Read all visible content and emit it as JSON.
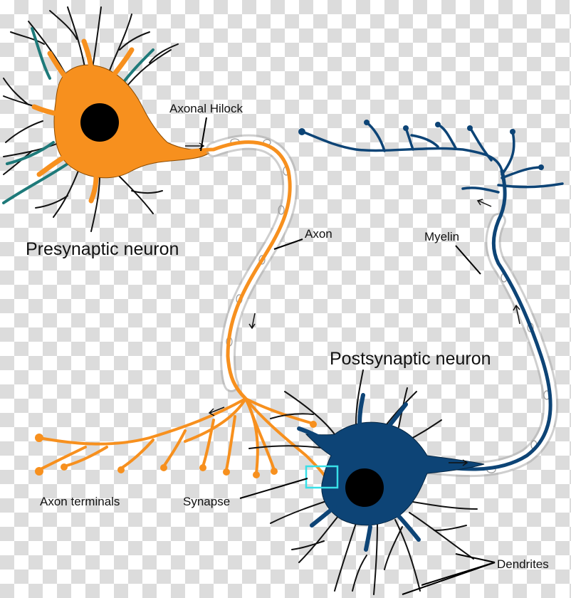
{
  "labels": {
    "axonal_hilock": "Axonal Hilock",
    "axon": "Axon",
    "presynaptic": "Presynaptic neuron",
    "myelin": "Myelin",
    "postsynaptic": "Postsynaptic neuron",
    "axon_terminals": "Axon terminals",
    "synapse": "Synapse",
    "dendrites": "Dendrites"
  },
  "colors": {
    "presynaptic_body": "#f7901e",
    "presynaptic_dendrite_accent": "#1e7a7a",
    "postsynaptic_body": "#0d4476",
    "myelin_sheath": "#9a9a9a",
    "nucleus": "#000000",
    "synapse_box": "#38e0e8",
    "dendrite_lines": "#111111"
  }
}
